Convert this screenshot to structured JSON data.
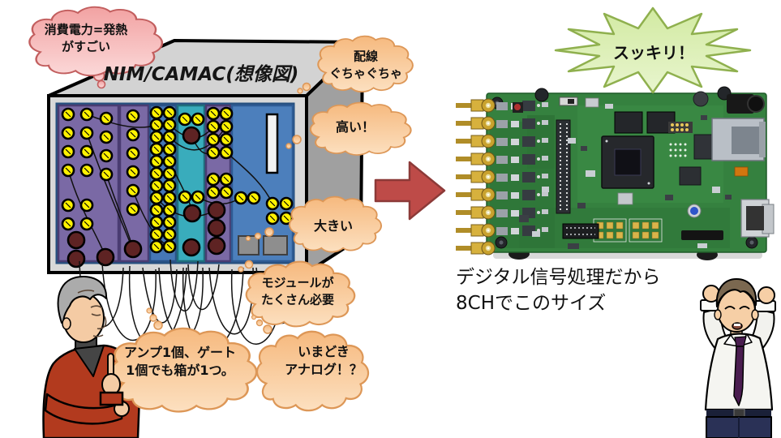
{
  "crate": {
    "title": "NIM/CAMAC(想像図)"
  },
  "thought_bubbles": {
    "power": {
      "line1": "消費電力=発熱",
      "line2": "がすごい"
    },
    "wiring": {
      "line1": "配線",
      "line2": "ぐちゃぐちゃ"
    },
    "expensive": {
      "line1": "高い！"
    },
    "big": {
      "line1": "大きい"
    },
    "many_modules": {
      "line1": "モジュールが",
      "line2": "たくさん必要"
    },
    "one_box_per_module": {
      "line1": "アンプ1個、ゲート",
      "line2": "1個でも箱が1つ。"
    },
    "analog": {
      "line1": "いまどき",
      "line2": "アナログ！？"
    }
  },
  "burst": {
    "label": "スッキリ！"
  },
  "caption": {
    "line1": "デジタル信号処理だから",
    "line2": "8CHでこのサイズ"
  },
  "colors": {
    "bubble_orange": "#F9C795",
    "bubble_pink": "#F5B5B5",
    "burst_green": "#D9EDAF",
    "arrow_red": "#BE4B48",
    "crate_panel_blue": "#4E81BD",
    "module_purple": "#7A69A5",
    "module_teal": "#39ACBC",
    "connector_yellow": "#FFF200",
    "pcb_green": "#35813F"
  }
}
